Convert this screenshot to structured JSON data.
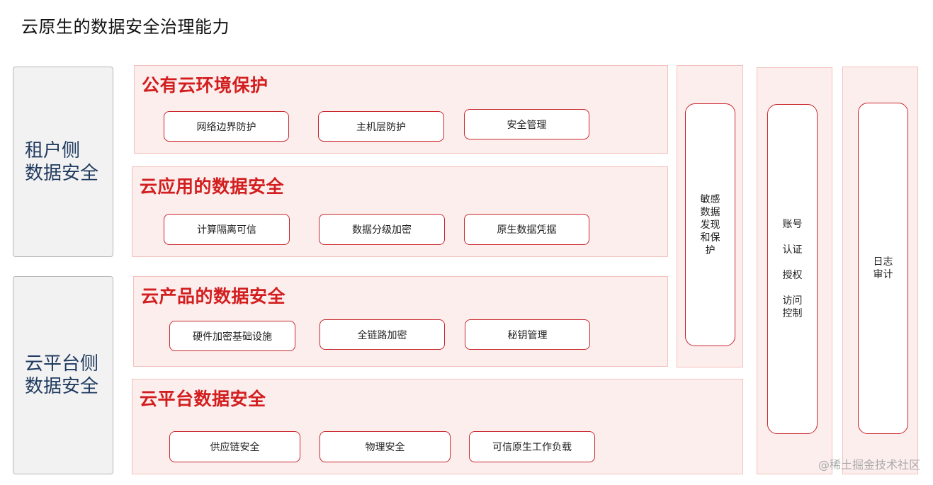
{
  "title": "云原生的数据安全治理能力",
  "left_labels": {
    "tenant": "租户侧\n数据安全",
    "platform": "云平台侧\n数据安全"
  },
  "panels": {
    "public_cloud": {
      "title": "公有云环境保护",
      "items": [
        "网络边界防护",
        "主机层防护",
        "安全管理"
      ]
    },
    "cloud_app": {
      "title": "云应用的数据安全",
      "items": [
        "计算隔离可信",
        "数据分级加密",
        "原生数据凭据"
      ]
    },
    "cloud_product": {
      "title": "云产品的数据安全",
      "items": [
        "硬件加密基础设施",
        "全链路加密",
        "秘钥管理"
      ]
    },
    "cloud_platform": {
      "title": "云平台数据安全",
      "items": [
        "供应链安全",
        "物理安全",
        "可信原生工作负载"
      ]
    }
  },
  "vertical": {
    "sensitive": "敏感\n数据\n发现\n和保\n护",
    "account": "账号\n\n认证\n\n授权\n\n访问\n控制",
    "log": "日志\n审计"
  },
  "watermark": "@稀土掘金技术社区"
}
